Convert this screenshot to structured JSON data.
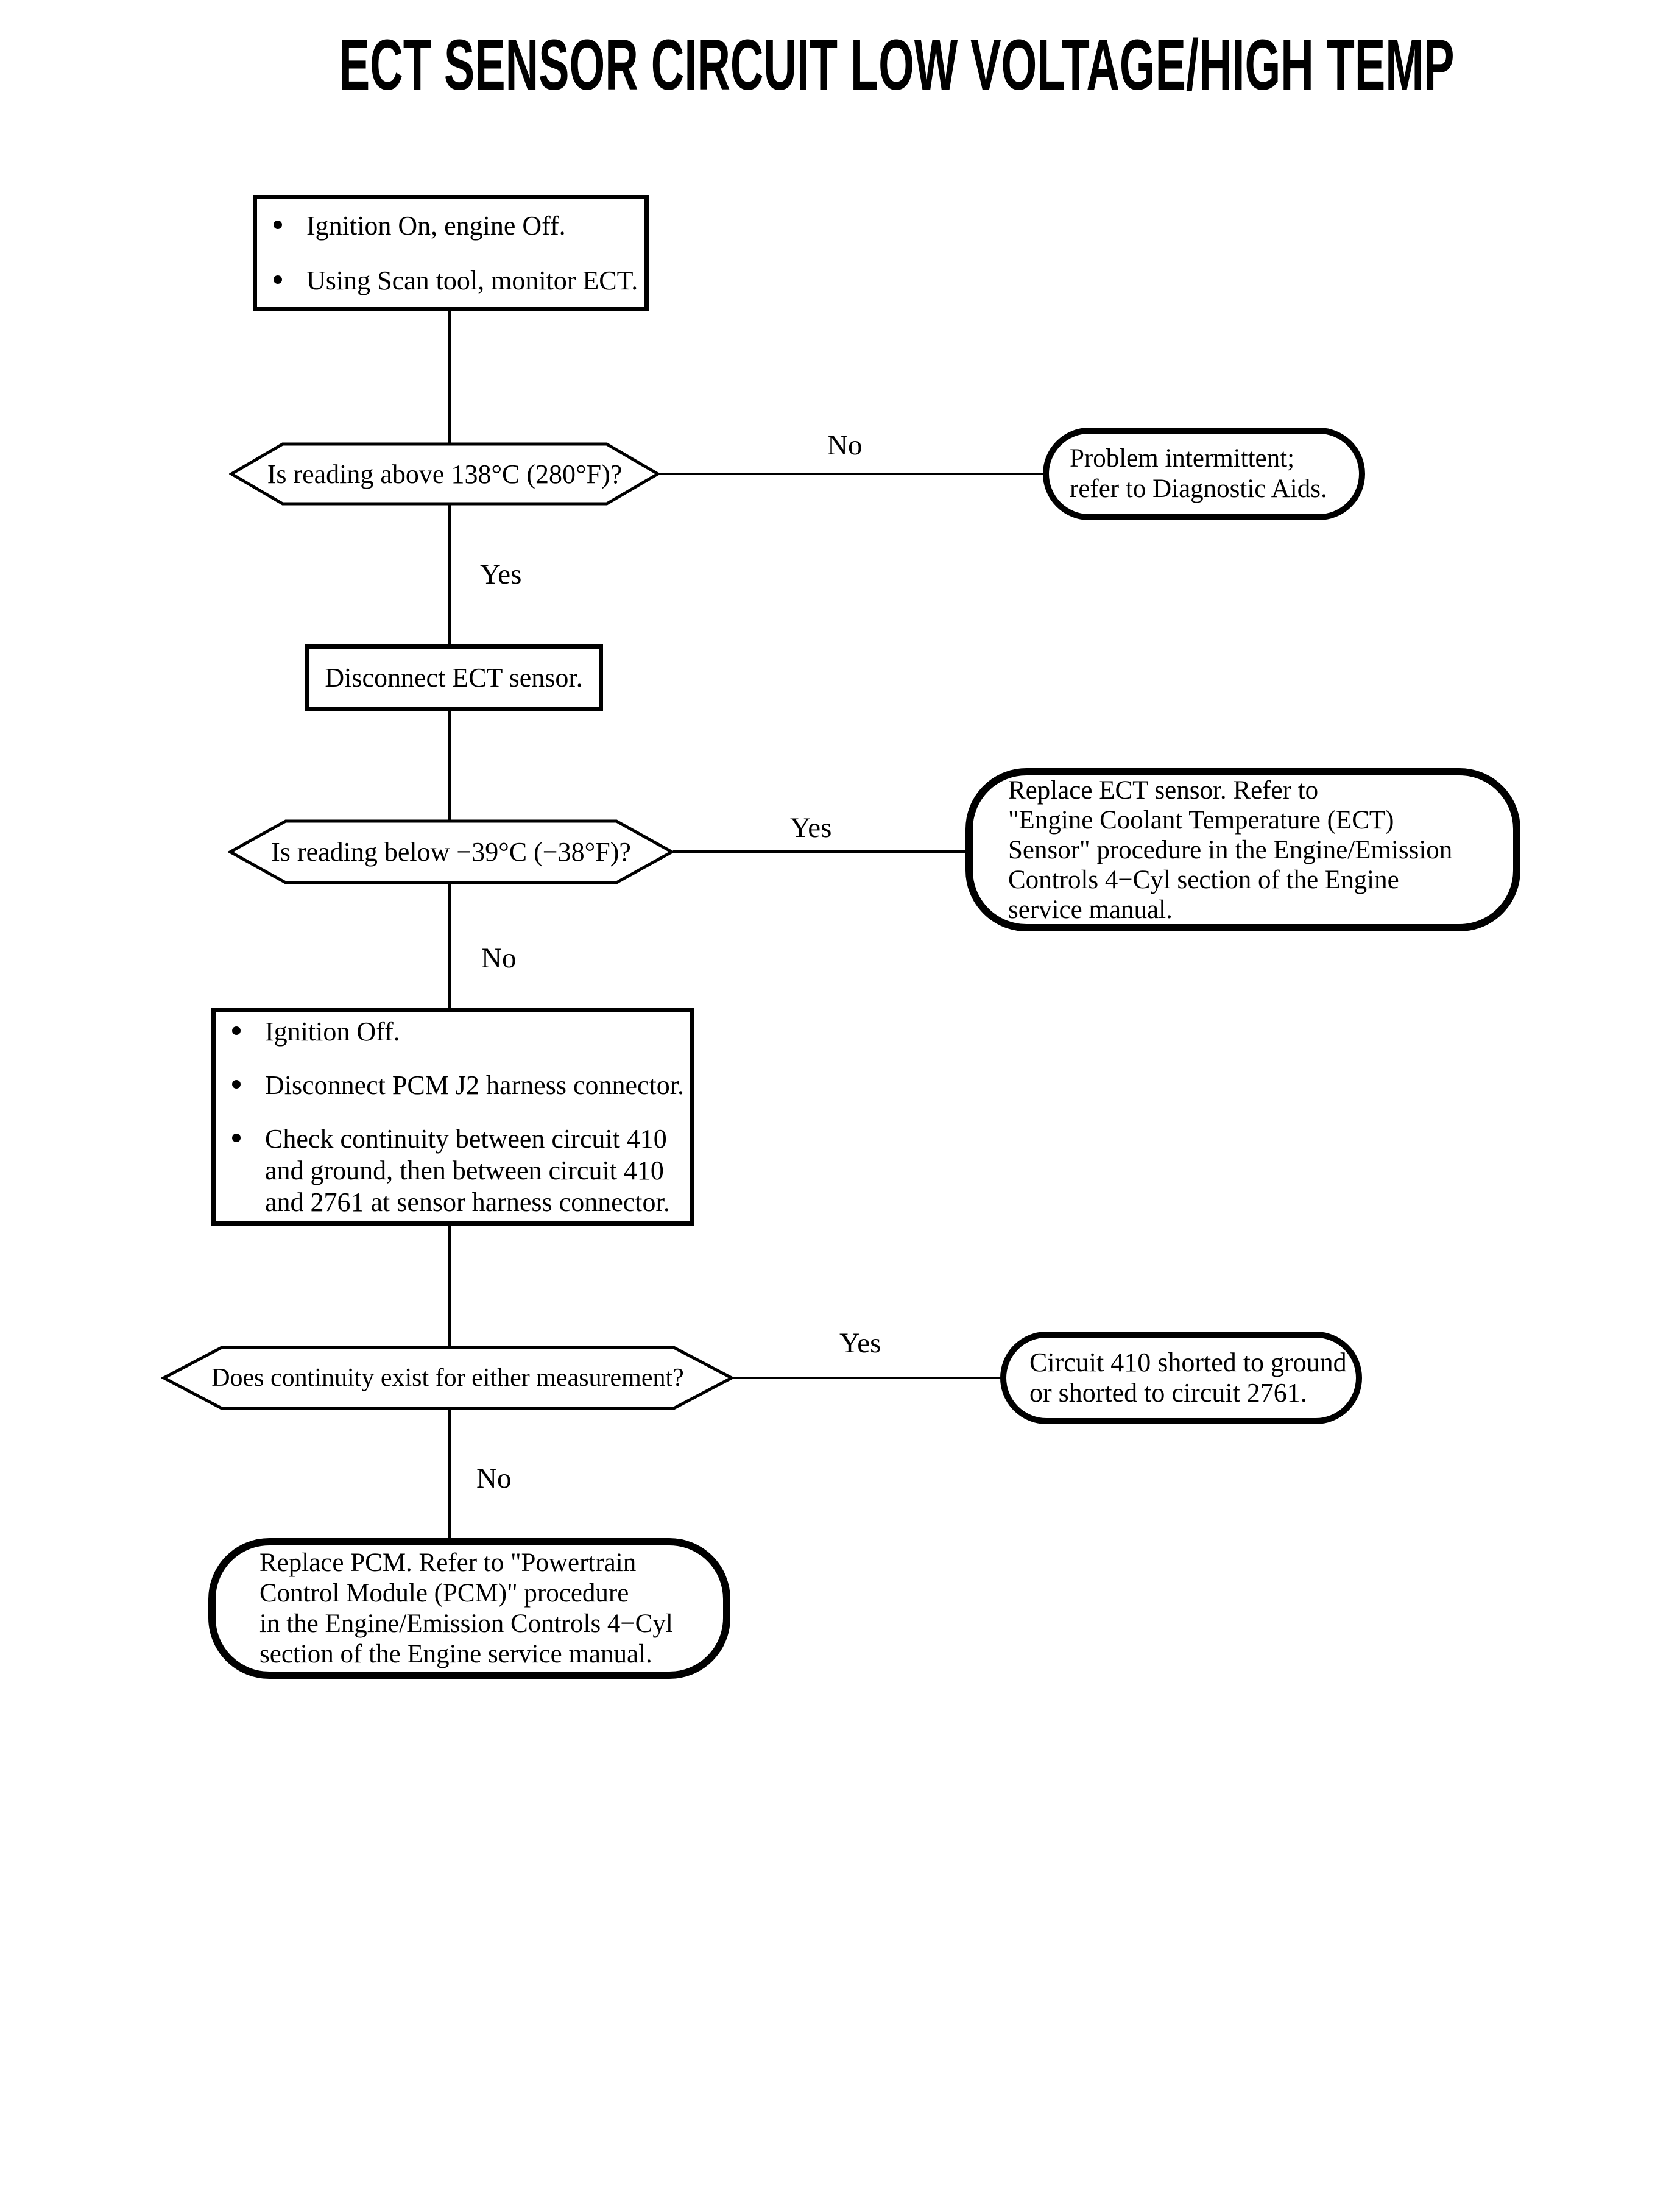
{
  "title": "ECT SENSOR CIRCUIT LOW VOLTAGE/HIGH TEMP",
  "colors": {
    "ink": "#000000",
    "paper": "#ffffff"
  },
  "nodes": {
    "start": {
      "bullets": [
        "Ignition On, engine Off.",
        "Using Scan tool, monitor ECT."
      ]
    },
    "decision_above_138": {
      "question": "Is reading above 138°C (280°F)?"
    },
    "pill_problem_intermittent": {
      "text": "Problem intermittent;\nrefer to Diagnostic Aids."
    },
    "action_disconnect_ect": {
      "text": "Disconnect ECT sensor."
    },
    "decision_below_minus39": {
      "question": "Is reading below −39°C (−38°F)?"
    },
    "pill_replace_ect": {
      "text": "Replace ECT sensor. Refer to\n\"Engine Coolant Temperature (ECT)\nSensor\" procedure in the Engine/Emission\nControls 4−Cyl section of the Engine\nservice manual."
    },
    "check_continuity": {
      "bullets": [
        "Ignition Off.",
        "Disconnect PCM J2 harness connector.",
        "Check continuity between circuit 410\nand ground, then between circuit 410\nand 2761 at sensor harness connector."
      ]
    },
    "decision_continuity": {
      "question": "Does continuity exist for either measurement?"
    },
    "pill_circuit_shorted": {
      "text": "Circuit 410 shorted to ground\nor shorted to circuit 2761."
    },
    "pill_replace_pcm": {
      "text": "Replace PCM. Refer to \"Powertrain\nControl Module (PCM)\" procedure\nin the Engine/Emission Controls 4−Cyl\nsection of the Engine service manual."
    }
  },
  "edge_labels": {
    "no1": "No",
    "yes1": "Yes",
    "yes2": "Yes",
    "no2": "No",
    "yes3": "Yes",
    "no3": "No"
  }
}
